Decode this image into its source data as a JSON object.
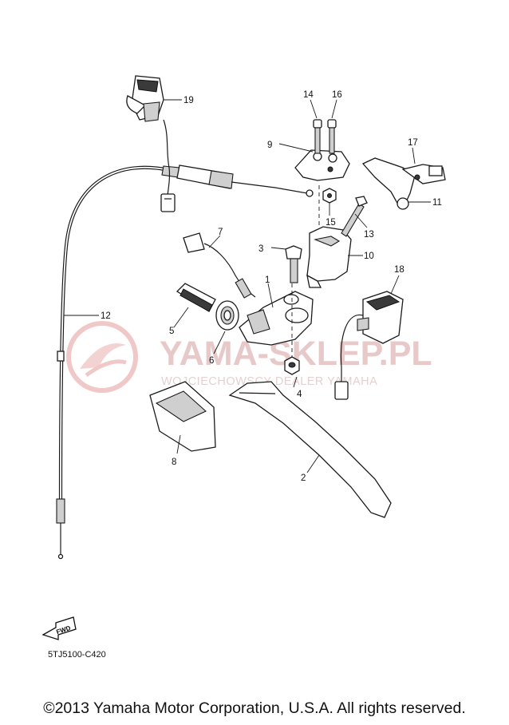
{
  "callouts": [
    "1",
    "2",
    "3",
    "4",
    "5",
    "6",
    "7",
    "8",
    "9",
    "10",
    "11",
    "12",
    "13",
    "14",
    "15",
    "16",
    "17",
    "18",
    "19"
  ],
  "fwd_label": "FWD",
  "diagram_code": "5TJ5100-C420",
  "copyright": "©2013 Yamaha Motor Corporation, U.S.A. All rights reserved.",
  "watermark": {
    "title": "YAMA-SKLEP.PL",
    "subtitle": "WOJCIECHOWSCY DEALER YAMAHA"
  }
}
